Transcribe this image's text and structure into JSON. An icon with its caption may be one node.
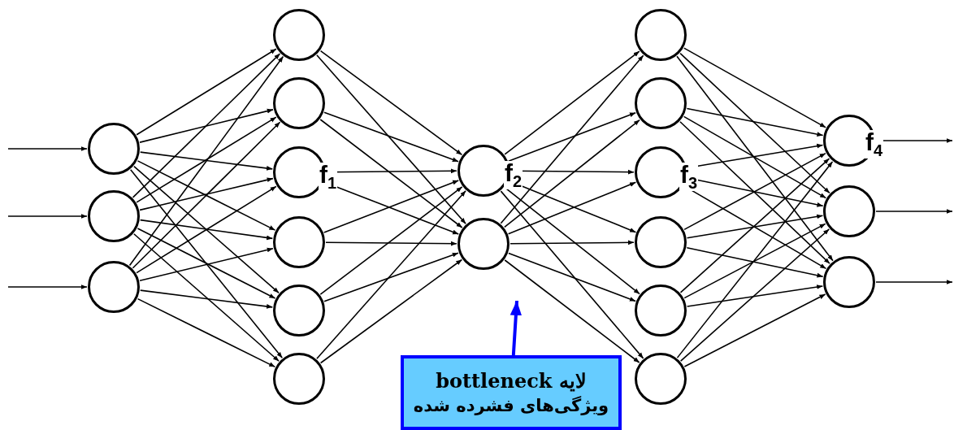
{
  "diagram": {
    "nodes": [
      {
        "text": [],
        "shape": "circle"
      },
      {
        "text": [],
        "shape": "circle"
      },
      {
        "text": [],
        "shape": "circle"
      },
      {
        "text": [],
        "shape": "circle"
      },
      {
        "text": [],
        "shape": "circle"
      },
      {
        "text": [],
        "shape": "circle"
      },
      {
        "text": [],
        "shape": "circle"
      },
      {
        "text": [],
        "shape": "circle"
      },
      {
        "text": [],
        "shape": "circle"
      },
      {
        "text": [],
        "shape": "circle"
      },
      {
        "text": [],
        "shape": "circle"
      },
      {
        "text": [],
        "shape": "circle"
      },
      {
        "text": [],
        "shape": "circle"
      },
      {
        "text": [],
        "shape": "circle"
      },
      {
        "text": [],
        "shape": "circle"
      },
      {
        "text": [],
        "shape": "circle"
      },
      {
        "text": [],
        "shape": "circle"
      },
      {
        "text": [],
        "shape": "circle"
      },
      {
        "text": [],
        "shape": "circle"
      },
      {
        "text": [],
        "shape": "circle"
      },
      {
        "text": [
          "لایه bottleneck",
          "ویژگی‌های فشرده شده"
        ]
      }
    ],
    "edges": [
      {
        "from": null,
        "to": 0,
        "arrow": "to"
      },
      {
        "from": null,
        "to": 1,
        "arrow": "to"
      },
      {
        "from": null,
        "to": 2,
        "arrow": "to"
      },
      {
        "from": 0,
        "to": 3,
        "arrow": "to"
      },
      {
        "from": 0,
        "to": 4,
        "arrow": "to"
      },
      {
        "from": 0,
        "to": 5,
        "arrow": "to"
      },
      {
        "from": 0,
        "to": 6,
        "arrow": "to"
      },
      {
        "from": 0,
        "to": 7,
        "arrow": "to"
      },
      {
        "from": 0,
        "to": 8,
        "arrow": "to"
      },
      {
        "from": 1,
        "to": 3,
        "arrow": "to"
      },
      {
        "from": 1,
        "to": 4,
        "arrow": "to"
      },
      {
        "from": 1,
        "to": 5,
        "arrow": "to"
      },
      {
        "from": 1,
        "to": 6,
        "arrow": "to"
      },
      {
        "from": 1,
        "to": 7,
        "arrow": "to"
      },
      {
        "from": 1,
        "to": 8,
        "arrow": "to"
      },
      {
        "from": 2,
        "to": 3,
        "arrow": "to"
      },
      {
        "from": 2,
        "to": 4,
        "arrow": "to"
      },
      {
        "from": 2,
        "to": 5,
        "arrow": "to"
      },
      {
        "from": 2,
        "to": 6,
        "arrow": "to"
      },
      {
        "from": 2,
        "to": 7,
        "arrow": "to"
      },
      {
        "from": 2,
        "to": 8,
        "arrow": "to"
      },
      {
        "from": 3,
        "to": 9,
        "arrow": "to"
      },
      {
        "from": 3,
        "to": 10,
        "arrow": "to"
      },
      {
        "from": 4,
        "to": 9,
        "arrow": "to"
      },
      {
        "from": 4,
        "to": 10,
        "arrow": "to"
      },
      {
        "from": 5,
        "to": 9,
        "arrow": "to"
      },
      {
        "from": 5,
        "to": 10,
        "arrow": "to"
      },
      {
        "from": 6,
        "to": 9,
        "arrow": "to"
      },
      {
        "from": 6,
        "to": 10,
        "arrow": "to"
      },
      {
        "from": 7,
        "to": 9,
        "arrow": "to"
      },
      {
        "from": 7,
        "to": 10,
        "arrow": "to"
      },
      {
        "from": 8,
        "to": 9,
        "arrow": "to"
      },
      {
        "from": 8,
        "to": 10,
        "arrow": "to"
      },
      {
        "from": 9,
        "to": 11,
        "arrow": "to"
      },
      {
        "from": 9,
        "to": 12,
        "arrow": "to"
      },
      {
        "from": 9,
        "to": 13,
        "arrow": "to"
      },
      {
        "from": 9,
        "to": 14,
        "arrow": "to"
      },
      {
        "from": 9,
        "to": 15,
        "arrow": "to"
      },
      {
        "from": 9,
        "to": 16,
        "arrow": "to"
      },
      {
        "from": 10,
        "to": 11,
        "arrow": "to"
      },
      {
        "from": 10,
        "to": 12,
        "arrow": "to"
      },
      {
        "from": 10,
        "to": 13,
        "arrow": "to"
      },
      {
        "from": 10,
        "to": 14,
        "arrow": "to"
      },
      {
        "from": 10,
        "to": 15,
        "arrow": "to"
      },
      {
        "from": 10,
        "to": 16,
        "arrow": "to"
      },
      {
        "from": 11,
        "to": 17,
        "arrow": "to"
      },
      {
        "from": 11,
        "to": 18,
        "arrow": "to"
      },
      {
        "from": 11,
        "to": 19,
        "arrow": "to"
      },
      {
        "from": 12,
        "to": 17,
        "arrow": "to"
      },
      {
        "from": 12,
        "to": 18,
        "arrow": "to"
      },
      {
        "from": 12,
        "to": 19,
        "arrow": "to"
      },
      {
        "from": 13,
        "to": 17,
        "arrow": "to"
      },
      {
        "from": 13,
        "to": 18,
        "arrow": "to"
      },
      {
        "from": 13,
        "to": 19,
        "arrow": "to"
      },
      {
        "from": 14,
        "to": 17,
        "arrow": "to"
      },
      {
        "from": 14,
        "to": 18,
        "arrow": "to"
      },
      {
        "from": 14,
        "to": 19,
        "arrow": "to"
      },
      {
        "from": 15,
        "to": 17,
        "arrow": "to"
      },
      {
        "from": 15,
        "to": 18,
        "arrow": "to"
      },
      {
        "from": 15,
        "to": 19,
        "arrow": "to"
      },
      {
        "from": 16,
        "to": 17,
        "arrow": "to"
      },
      {
        "from": 16,
        "to": 18,
        "arrow": "to"
      },
      {
        "from": 16,
        "to": 19,
        "arrow": "to"
      },
      {
        "from": 17,
        "to": null,
        "arrow": "to"
      },
      {
        "from": 18,
        "to": null,
        "arrow": "to"
      },
      {
        "from": 19,
        "to": null,
        "arrow": "to"
      },
      {
        "from": 20,
        "to": null,
        "arrow": "to",
        "style": "thick",
        "color": "#0000ff"
      }
    ],
    "labels": [
      "f$_{1}$",
      "f$_{2}$",
      "f$_{3}$",
      "f$_{4}$"
    ]
  }
}
